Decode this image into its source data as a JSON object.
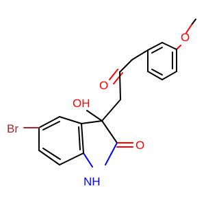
{
  "molecule": {
    "atoms": {
      "bromine": "Br",
      "hydroxyl": "OH",
      "ketone_oxygen": "O",
      "lactam_oxygen": "O",
      "ether_oxygen": "O",
      "amine": "NH"
    },
    "colors": {
      "bond": "#000000",
      "oxygen": "#ff0000",
      "nitrogen": "#0000ff",
      "bromine": "#a52a2a"
    }
  }
}
